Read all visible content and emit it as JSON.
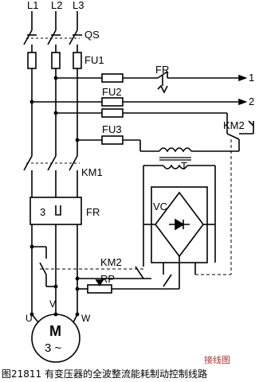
{
  "labels": {
    "l1": "L1",
    "l2": "L2",
    "l3": "L3",
    "qs": "QS",
    "fu1": "FU1",
    "fr_top": "FR",
    "fu2": "FU2",
    "fu3": "FU3",
    "out1": "1",
    "out2": "2",
    "km2_top": "KM2",
    "t": "T",
    "vc": "VC",
    "km1": "KM1",
    "fr_block_num": "3",
    "fr_block": "FR",
    "km2_bottom": "KM2",
    "rp": "RP",
    "u": "U",
    "v": "V",
    "w": "W",
    "motor_m": "M",
    "motor_phase": "3 ~"
  },
  "caption": "图21811 有变压器的全波整流能耗制动控制线路",
  "watermark": "接线图"
}
